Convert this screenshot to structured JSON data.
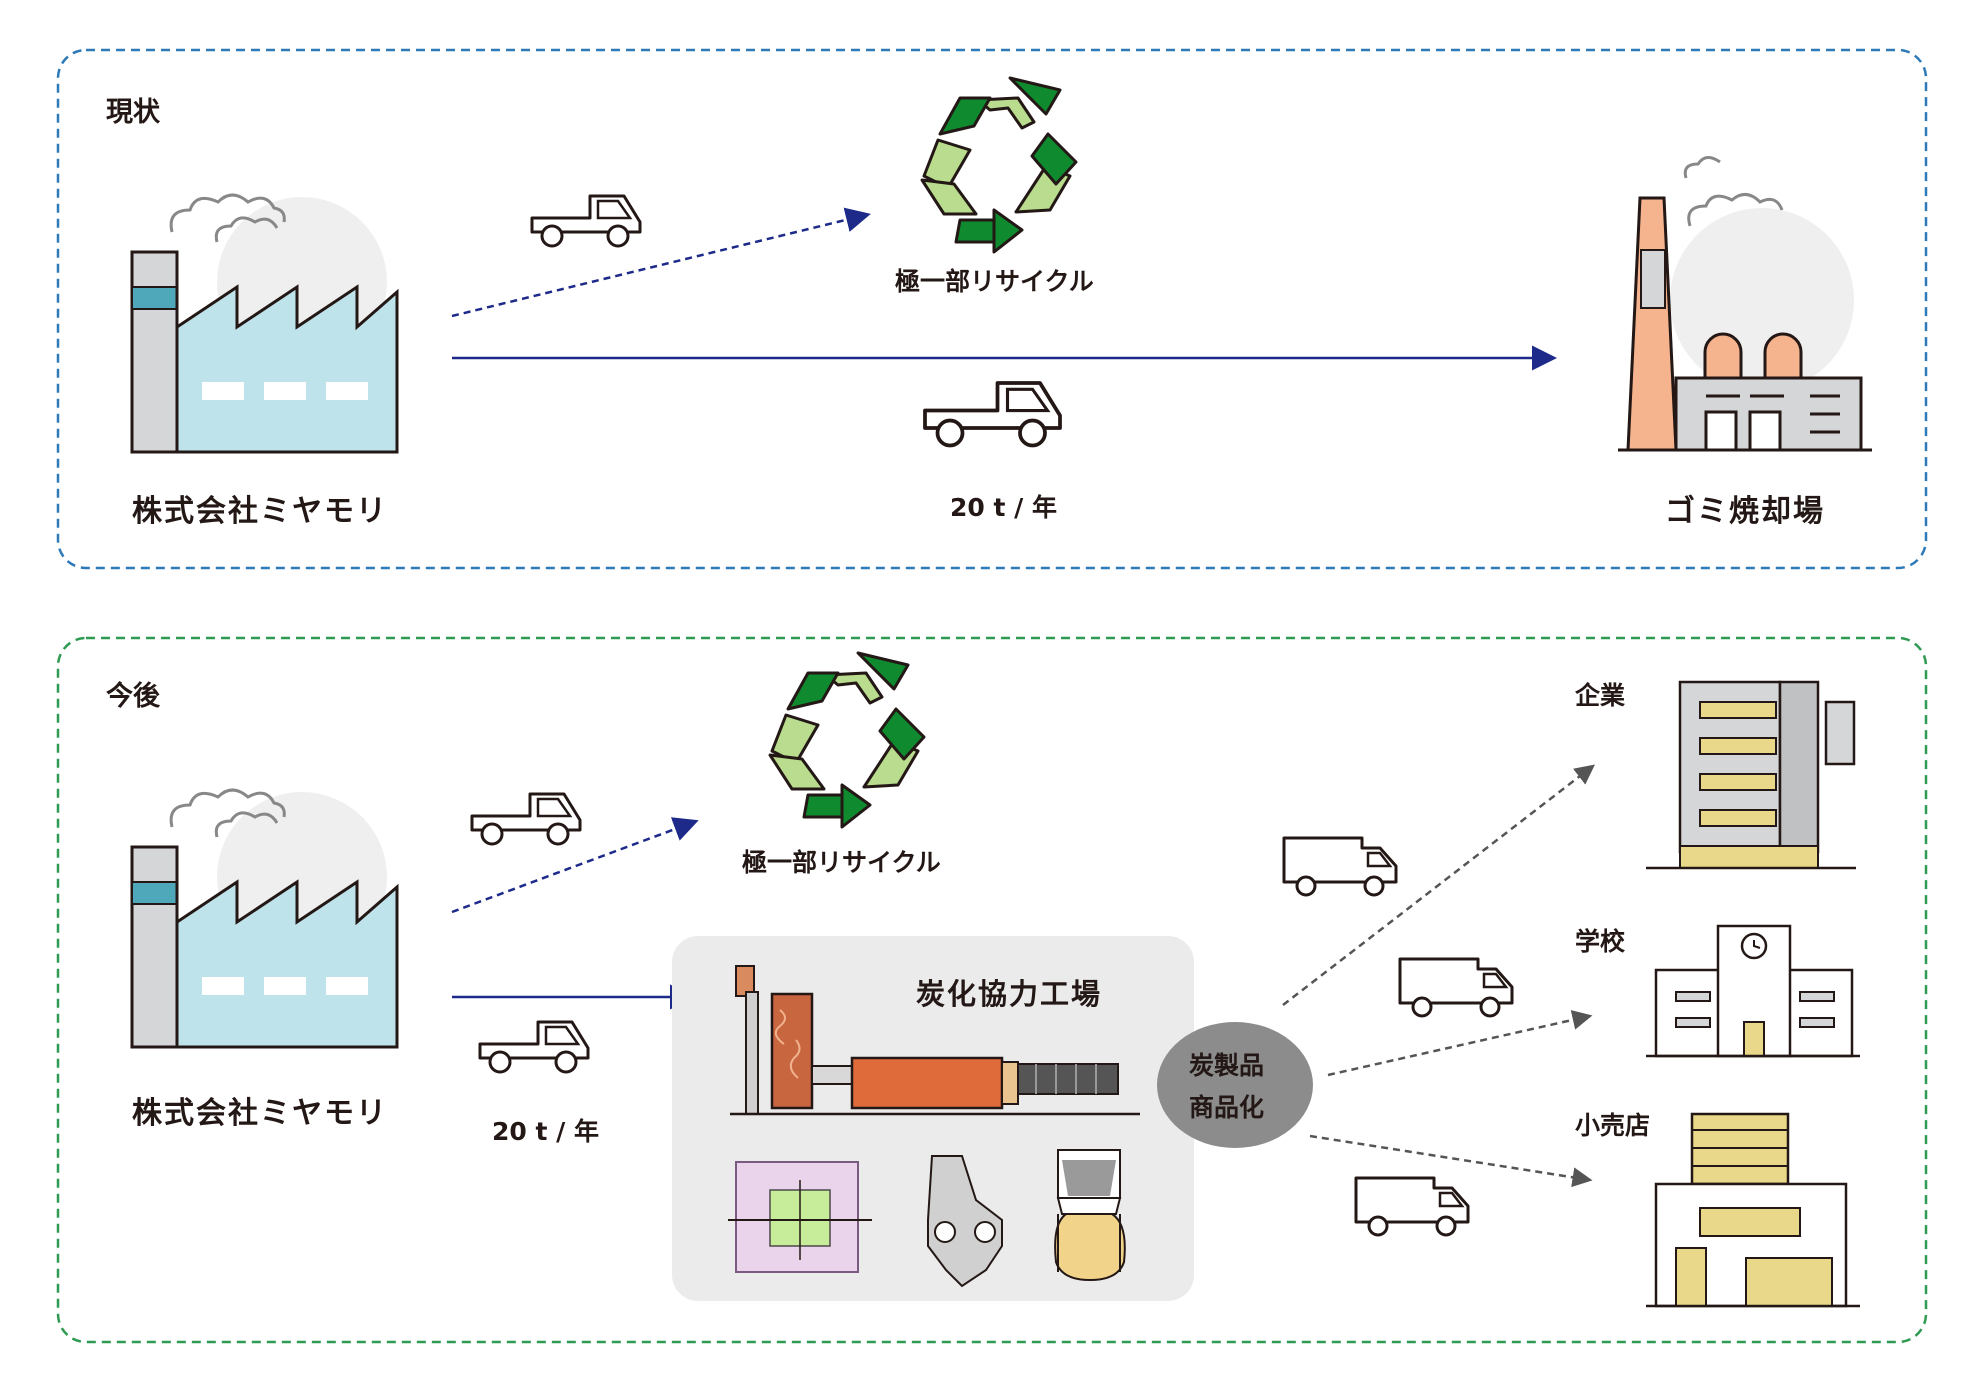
{
  "current": {
    "heading": "現状",
    "company": "株式会社ミヤモリ",
    "recycle_label": "極一部リサイクル",
    "volume": "20 t / 年",
    "incinerator": "ゴミ焼却場"
  },
  "future": {
    "heading": "今後",
    "company": "株式会社ミヤモリ",
    "recycle_label": "極一部リサイクル",
    "volume": "20 t / 年",
    "plant": "炭化協力工場",
    "product_line1": "炭製品",
    "product_line2": "商品化",
    "destinations": [
      "企業",
      "学校",
      "小売店"
    ]
  },
  "colors": {
    "current_border": "#2e7ab8",
    "future_border": "#2f9a52",
    "flow_arrow": "#1d2a8a",
    "dist_arrow": "#555555",
    "recycle_dark": "#0f8a2f",
    "recycle_light": "#b9dc8e",
    "factory_fill": "#bfe3ea",
    "incinerator_orange": "#f5b48e",
    "building_yellow": "#e9d88a"
  }
}
